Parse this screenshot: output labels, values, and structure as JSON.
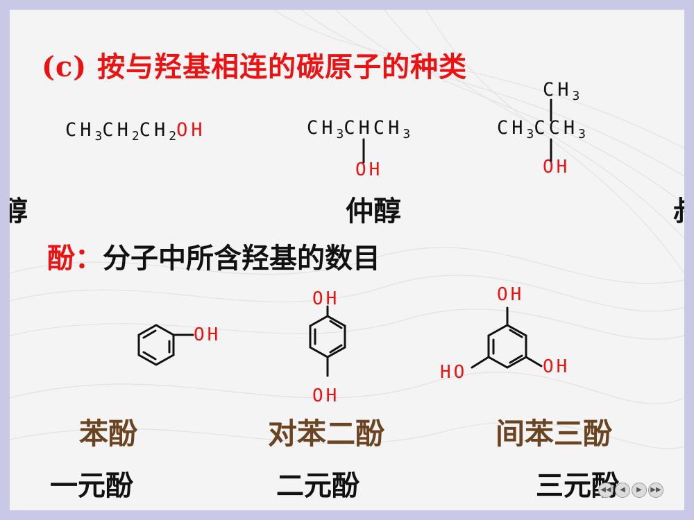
{
  "title": "(c)  按与羟基相连的碳原子的种类",
  "alcohols": {
    "primary": {
      "p1": "CH",
      "s1": "3",
      "p2": "CH",
      "s2": "2",
      "p3": "CH",
      "s3": "2",
      "oh": "OH"
    },
    "secondary": {
      "p1": "CH",
      "s1": "3",
      "p2": "CHCH",
      "s2": "3",
      "oh": "OH"
    },
    "tertiary": {
      "top_ch": "CH",
      "top_sub": "3",
      "p1": "CH",
      "s1": "3",
      "p2": "CCH",
      "s2": "3",
      "oh": "OH"
    }
  },
  "alcohol_labels": {
    "left_partial": "醇",
    "middle": "仲醇",
    "right_partial": "叔"
  },
  "phenol_heading": {
    "prefix": "酚：",
    "text": "分子中所含羟基的数目"
  },
  "phenols": {
    "phenol": {
      "oh": "OH",
      "name": "苯酚",
      "class": "一元酚"
    },
    "hydroquinone": {
      "oh_top": "OH",
      "oh_bottom": "OH",
      "name": "对苯二酚",
      "class": "二元酚"
    },
    "phloroglucinol": {
      "oh_top": "OH",
      "oh_left": "HO",
      "oh_right": "OH",
      "name": "间苯三酚",
      "class": "三元酚"
    }
  },
  "nav": {
    "first": "◀◀",
    "prev": "◀",
    "next": "▶",
    "last": "▶▶"
  },
  "colors": {
    "accent_red": "#ee1111",
    "brown": "#6a4420",
    "frame": "#c9c8e6"
  }
}
